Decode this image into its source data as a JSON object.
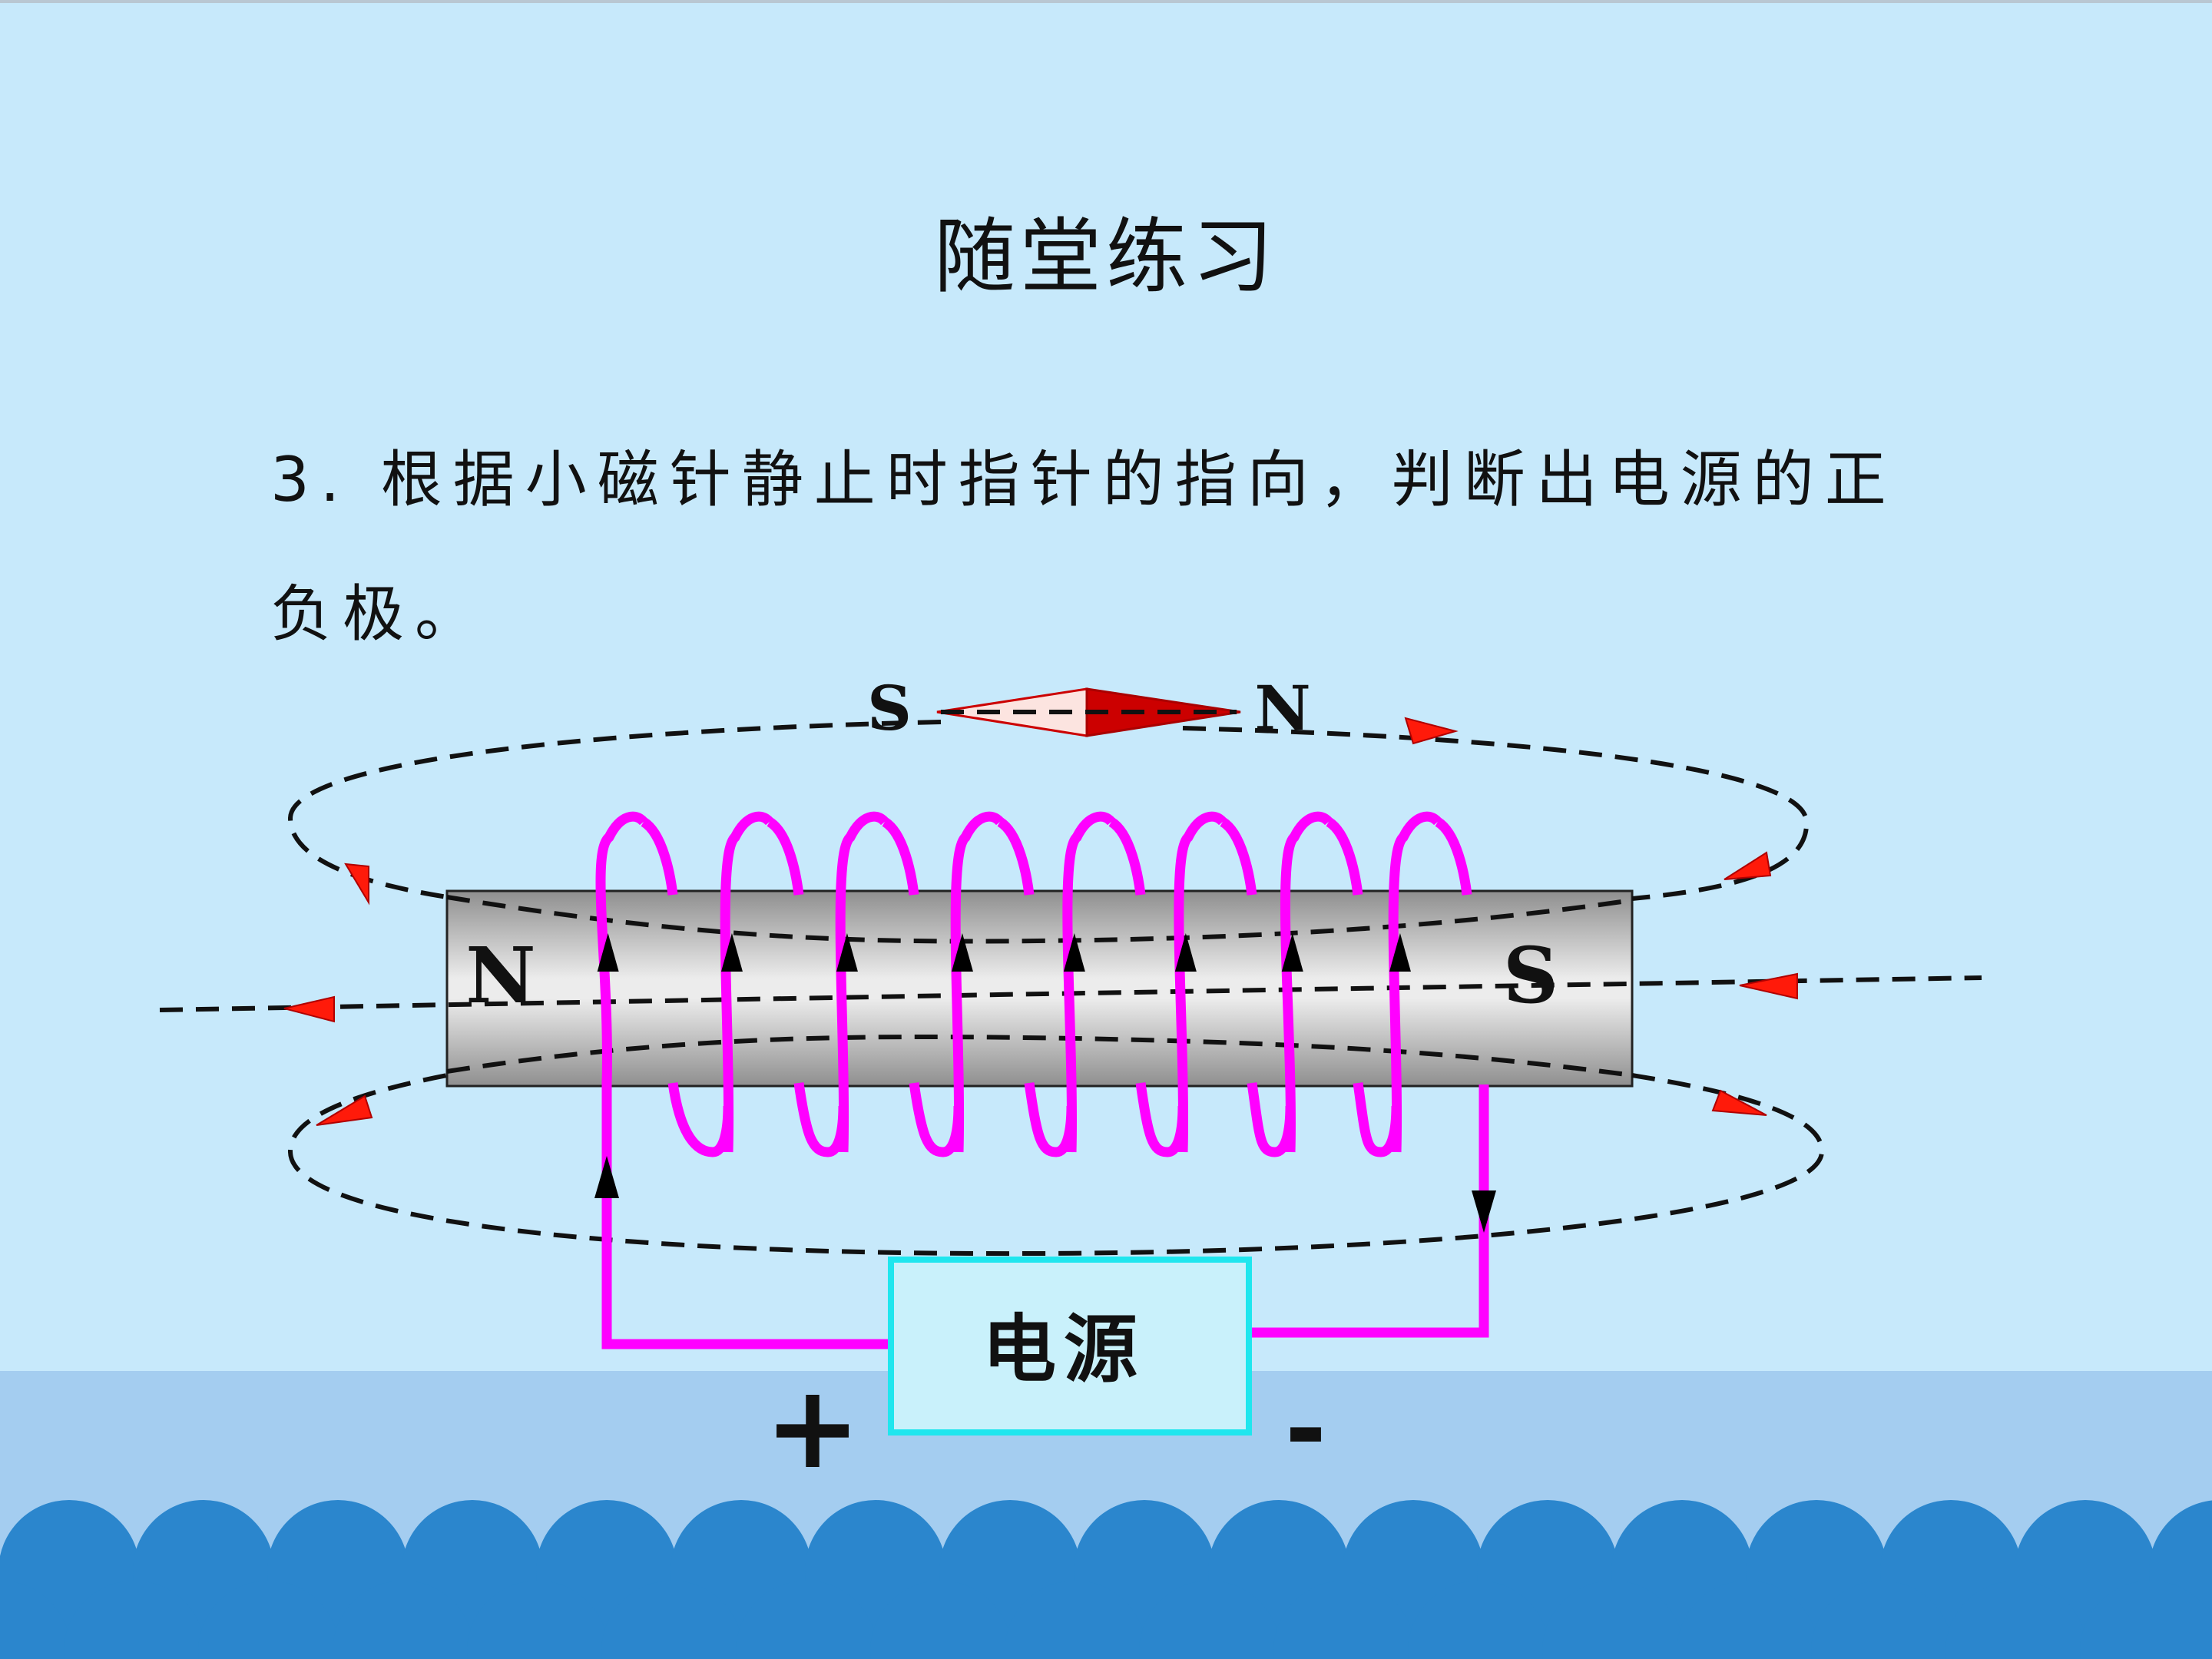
{
  "slide": {
    "title": "随堂练习",
    "question_line1": "3. 根据小磁针静止时指针的指向，判断出电源的正",
    "question_line2": "负极。"
  },
  "diagram": {
    "compass_s": "S",
    "compass_n": "N",
    "magnet_left_pole": "N",
    "magnet_right_pole": "S",
    "power_source_label": "电源",
    "plus_sign": "+",
    "minus_sign": "-"
  },
  "colors": {
    "background": "#c7e9fb",
    "wave_band": "#a4cdf0",
    "wave_scallops": "#2b86cd",
    "coil_wire": "#ff00ff",
    "field_arrow": "#ff1a0a",
    "power_box_border": "#1fe6ee",
    "power_box_fill": "#c9f1fb",
    "compass_red": "#cc0000"
  }
}
